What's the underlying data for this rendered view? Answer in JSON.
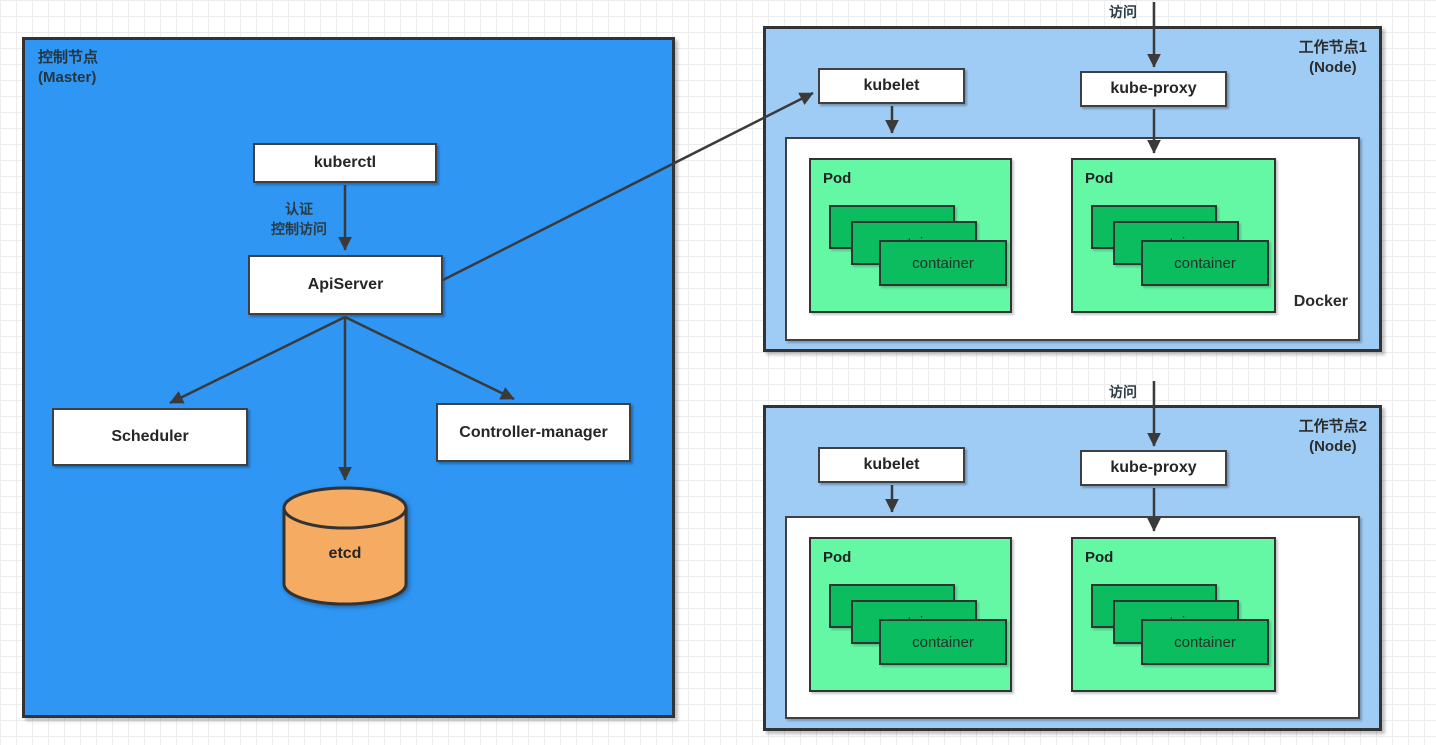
{
  "master": {
    "title_line1": "控制节点",
    "title_line2": "(Master)",
    "kuberctl_label": "kuberctl",
    "auth_line1": "认证",
    "auth_line2": "控制访问",
    "apiserver_label": "ApiServer",
    "scheduler_label": "Scheduler",
    "controller_manager_label": "Controller-manager",
    "etcd_label": "etcd"
  },
  "node1": {
    "title_line1": "工作节点1",
    "title_line2": "(Node)",
    "access_label": "访问",
    "kubelet_label": "kubelet",
    "kube_proxy_label": "kube-proxy",
    "docker_label": "Docker",
    "pods": [
      {
        "label": "Pod",
        "container_label": "container"
      },
      {
        "label": "Pod",
        "container_label": "container"
      }
    ]
  },
  "node2": {
    "title_line1": "工作节点2",
    "title_line2": "(Node)",
    "access_label": "访问",
    "kubelet_label": "kubelet",
    "kube_proxy_label": "kube-proxy",
    "pods": [
      {
        "label": "Pod",
        "container_label": "container"
      },
      {
        "label": "Pod",
        "container_label": "container"
      }
    ]
  },
  "colors": {
    "master_fill": "#2f96f3",
    "node_fill": "#9fccf5",
    "pod_fill": "#64f8a5",
    "container_fill": "#0bbd5e",
    "etcd_fill": "#f6ab63",
    "arrow_stroke": "#3a3a3a",
    "grid_line": "#ececec"
  }
}
